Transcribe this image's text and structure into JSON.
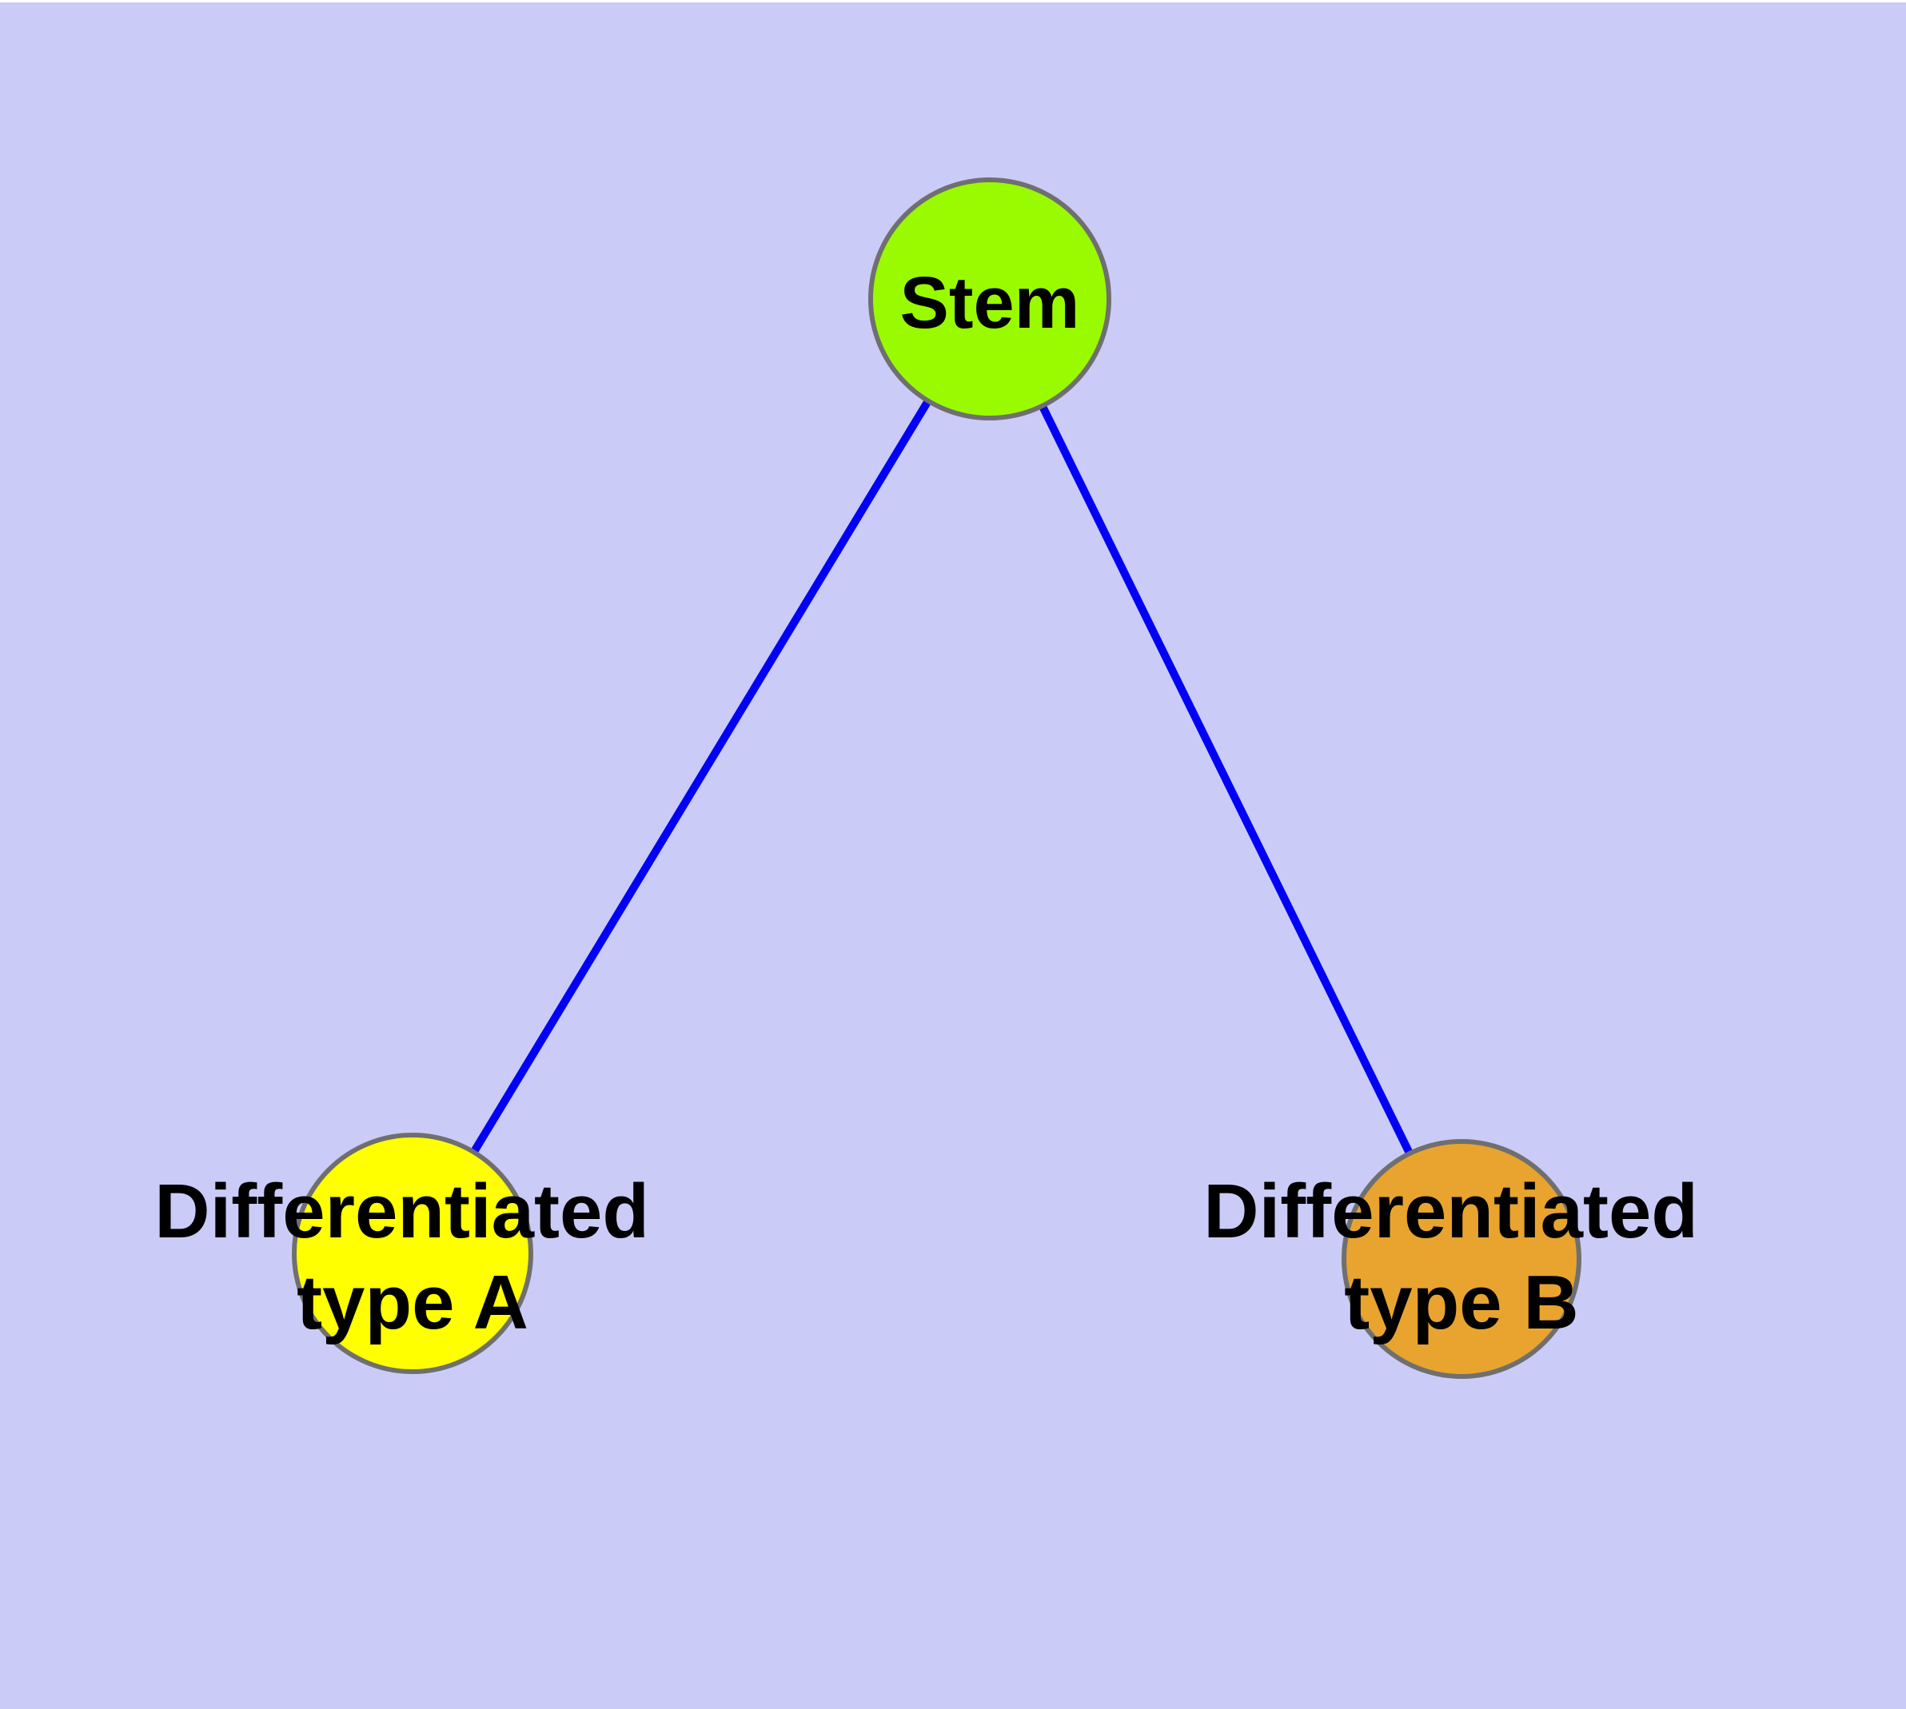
{
  "diagram": {
    "type": "node-link-graph",
    "background_color": "#CBCBF8",
    "top_margin_color": "#FFFFFF",
    "edge_color": "#0101F6",
    "node_border_color": "#6F6F6F",
    "label_color": "#000000",
    "nodes": [
      {
        "id": "stem",
        "label_lines": [
          "Stem"
        ],
        "fill": "#9AFB00"
      },
      {
        "id": "differentiated-type-a",
        "label_lines": [
          "Differentiated",
          "type A"
        ],
        "fill": "#FFFF00"
      },
      {
        "id": "differentiated-type-b",
        "label_lines": [
          "Differentiated",
          "type B"
        ],
        "fill": "#E8A42E"
      }
    ],
    "edges": [
      {
        "from": "stem",
        "to": "differentiated-type-a"
      },
      {
        "from": "stem",
        "to": "differentiated-type-b"
      }
    ]
  }
}
